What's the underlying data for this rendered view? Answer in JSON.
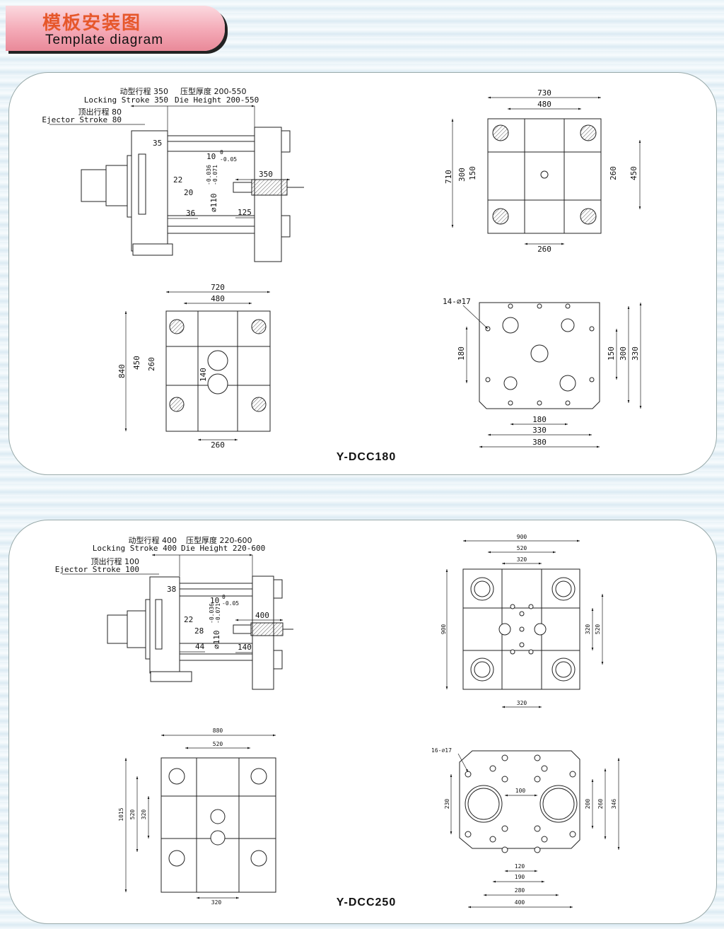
{
  "header": {
    "title_cn": "模板安装图",
    "title_en": "Template diagram"
  },
  "models": [
    {
      "title": "Y-DCC180",
      "side": {
        "locking_cn": "动型行程 350",
        "die_cn": "压型厚度 200-550",
        "locking_en": "Locking Stroke 350",
        "die_en": "Die Height 200-550",
        "ejector_cn": "顶出行程 80",
        "ejector_en": "Ejector Stroke 80",
        "d_a": "35",
        "d_b": "22",
        "d_c": "20",
        "d_d": "36",
        "d_e": "10",
        "tol_up": "0",
        "tol_dn": "-0.05",
        "d_f": "350",
        "d_g": "125",
        "dia": "∅110",
        "dia_up": "-0.036",
        "dia_dn": "-0.071"
      },
      "front": {
        "w1": "730",
        "w2": "480",
        "h1": "710",
        "h2": "300",
        "h3": "150",
        "r1": "260",
        "r2": "450",
        "b1": "260"
      },
      "moving": {
        "w1": "720",
        "w2": "480",
        "h1": "840",
        "h2": "450",
        "h3": "260",
        "c1": "140",
        "b1": "260"
      },
      "ejector": {
        "holes": "14-∅17",
        "h1": "180",
        "r1": "150",
        "r2": "300",
        "r3": "330",
        "b1": "180",
        "b2": "330",
        "b3": "380"
      }
    },
    {
      "title": "Y-DCC250",
      "side": {
        "locking_cn": "动型行程 400",
        "die_cn": "压型厚度 220-600",
        "locking_en": "Locking Stroke 400",
        "die_en": "Die Height 220-600",
        "ejector_cn": "顶出行程 100",
        "ejector_en": "Ejector Stroke 100",
        "d_a": "38",
        "d_b": "22",
        "d_c": "28",
        "d_d": "44",
        "d_e": "10",
        "tol_up": "0",
        "tol_dn": "-0.05",
        "d_f": "400",
        "d_g": "140",
        "dia": "∅110",
        "dia_up": "-0.036",
        "dia_dn": "-0.071"
      },
      "front": {
        "w1": "900",
        "w2": "520",
        "w3": "320",
        "h1": "900",
        "r1": "320",
        "r2": "520",
        "b1": "320"
      },
      "moving": {
        "w1": "880",
        "w2": "520",
        "h1": "1015",
        "h2": "520",
        "h3": "320",
        "b1": "320"
      },
      "ejector": {
        "holes": "16-∅17",
        "h1": "230",
        "c1": "100",
        "r1": "200",
        "r2": "260",
        "r3": "346",
        "b1": "120",
        "b2": "190",
        "b3": "280",
        "b4": "400"
      }
    }
  ]
}
